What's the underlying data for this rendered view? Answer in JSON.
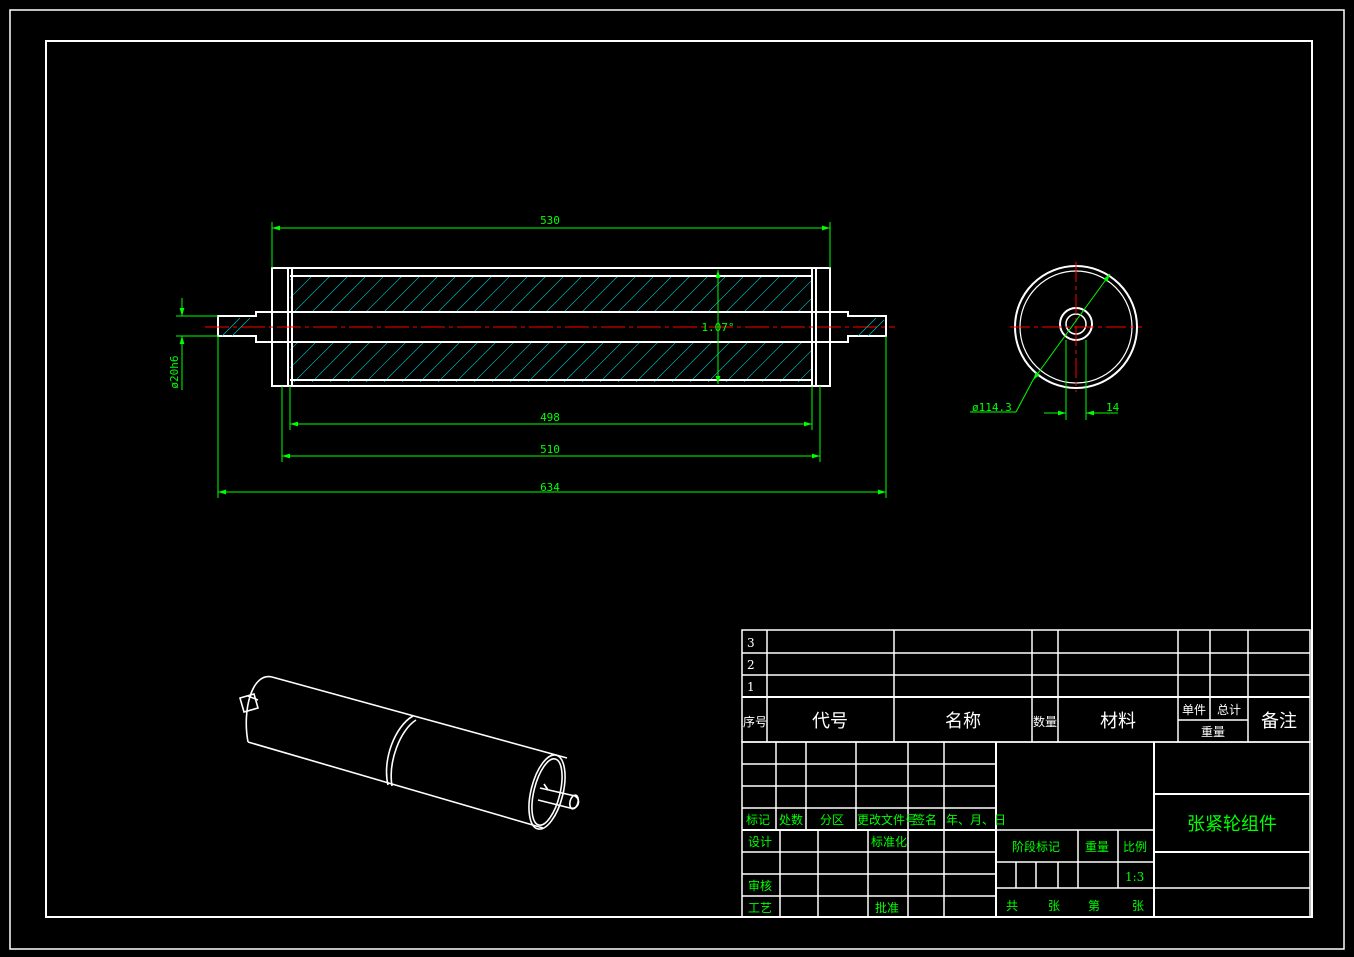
{
  "colors": {
    "background": "#000000",
    "line": "#ffffff",
    "dimension": "#00ff00",
    "centerline": "#ff0000",
    "hatch": "#00c8c8",
    "label_text": "#00ff00"
  },
  "front_view": {
    "dimensions": {
      "total_length": "634",
      "outer_length": "530",
      "inner_length_510": "510",
      "inner_length_498": "498",
      "shaft_diameter": "ø20h6",
      "angle": "1.07°"
    }
  },
  "side_view": {
    "dimensions": {
      "outer_diameter": "ø114.3",
      "shaft_dim": "14"
    }
  },
  "bom": {
    "rows": [
      {
        "seq": "3"
      },
      {
        "seq": "2"
      },
      {
        "seq": "1"
      }
    ],
    "headers": {
      "seq": "序号",
      "code": "代号",
      "name": "名称",
      "qty": "数量",
      "material": "材料",
      "unit": "单件",
      "total": "总计",
      "weight": "重量",
      "note": "备注"
    }
  },
  "title_block": {
    "revision_labels": [
      "标记",
      "处数",
      "分区",
      "更改文件号",
      "签名",
      "年、月、日"
    ],
    "design": "设计",
    "standardize": "标准化",
    "check": "审核",
    "process": "工艺",
    "approve": "批准",
    "stage_mark": "阶段标记",
    "weight": "重量",
    "scale_label": "比例",
    "scale": "1:3",
    "sheets_total": "共",
    "sheets_zhang1": "张",
    "sheets_no": "第",
    "sheets_zhang2": "张",
    "drawing_title": "张紧轮组件"
  }
}
